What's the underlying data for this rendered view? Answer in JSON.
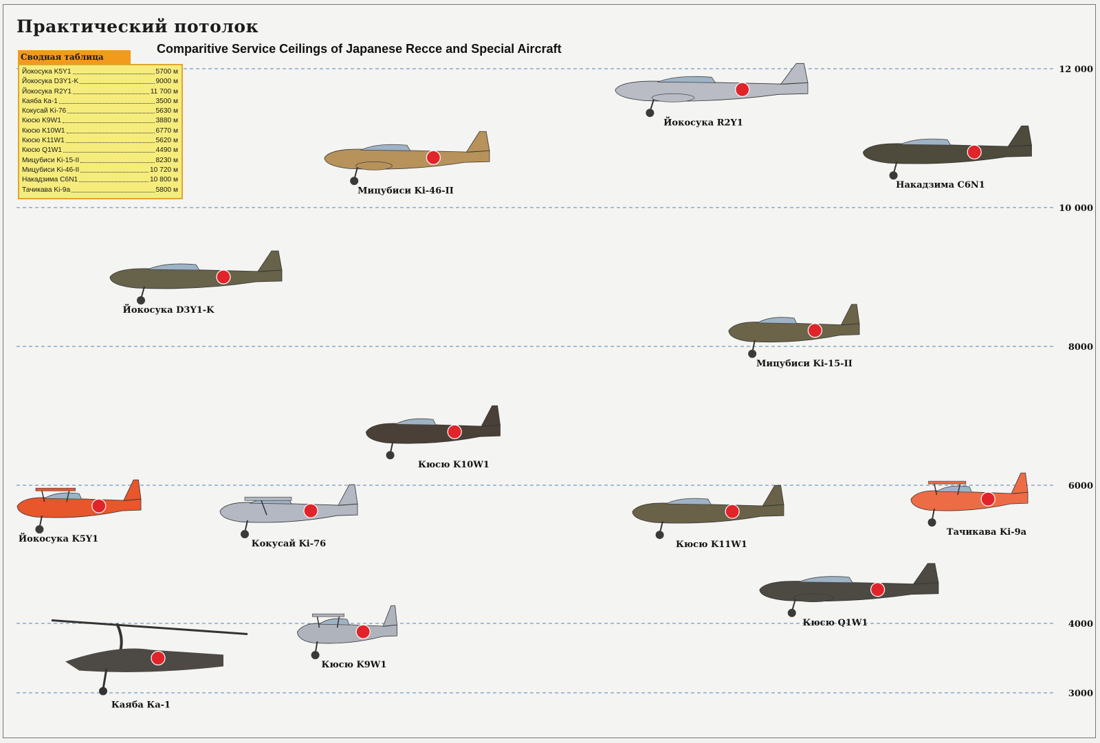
{
  "heading": "Практический потолок",
  "subtitle": "Comparitive Service Ceilings of Japanese Recce and Special Aircraft",
  "summary_table": {
    "title": "Сводная таблица",
    "rows": [
      {
        "name": "Йокосука K5Y1",
        "value": "5700 м"
      },
      {
        "name": "Йокосука D3Y1-K",
        "value": "9000 м"
      },
      {
        "name": "Йокосука R2Y1",
        "value": "11 700 м"
      },
      {
        "name": "Каяба Ка-1",
        "value": "3500 м"
      },
      {
        "name": "Кокусай Ki-76",
        "value": "5630 м"
      },
      {
        "name": "Кюсю K9W1",
        "value": "3880 м"
      },
      {
        "name": "Кюсю K10W1",
        "value": "6770 м"
      },
      {
        "name": "Кюсю K11W1",
        "value": "5620 м"
      },
      {
        "name": "Кюсю Q1W1",
        "value": "4490 м"
      },
      {
        "name": "Мицубиси Ki-15-II",
        "value": "8230 м"
      },
      {
        "name": "Мицубиси Ki-46-II",
        "value": "10 720 м"
      },
      {
        "name": "Накадзима C6N1",
        "value": "10 800 м"
      },
      {
        "name": "Тачикава Ki-9a",
        "value": "5800 м"
      }
    ]
  },
  "chart_data": {
    "type": "scatter",
    "title": "Comparitive Service Ceilings of Japanese Recce and Special Aircraft",
    "ylabel": "",
    "xlabel": "",
    "y_unit": "м",
    "y_ticks": [
      3000,
      4000,
      6000,
      8000,
      10000,
      12000
    ],
    "y_tick_labels": [
      "3000",
      "4000",
      "6000",
      "8000",
      "10 000",
      "12 000"
    ],
    "ylim": [
      3000,
      12000
    ],
    "grid": "dashed horizontal lines at ticks",
    "points": [
      {
        "label": "Йокосука R2Y1",
        "ceiling": 11700,
        "style": "twin",
        "color": "#b9bcc4"
      },
      {
        "label": "Мицубиси Ki-46-II",
        "ceiling": 10720,
        "style": "twin",
        "color": "#b7925a"
      },
      {
        "label": "Накадзима C6N1",
        "ceiling": 10800,
        "style": "mono",
        "color": "#4e4a3c"
      },
      {
        "label": "Йокосука D3Y1-K",
        "ceiling": 9000,
        "style": "mono",
        "color": "#67624a"
      },
      {
        "label": "Мицубиси Ki-15-II",
        "ceiling": 8230,
        "style": "mono",
        "color": "#6b6448"
      },
      {
        "label": "Кюсю K10W1",
        "ceiling": 6770,
        "style": "mono",
        "color": "#4a4037"
      },
      {
        "label": "Йокосука K5Y1",
        "ceiling": 5700,
        "style": "biplane",
        "color": "#e8562c"
      },
      {
        "label": "Кокусай Ki-76",
        "ceiling": 5630,
        "style": "highwing",
        "color": "#b3b8c2"
      },
      {
        "label": "Кюсю K11W1",
        "ceiling": 5620,
        "style": "mono",
        "color": "#6a6248"
      },
      {
        "label": "Тачикава Ki-9a",
        "ceiling": 5800,
        "style": "biplane",
        "color": "#ee6c45"
      },
      {
        "label": "Кюсю Q1W1",
        "ceiling": 4490,
        "style": "twin",
        "color": "#4c4a42"
      },
      {
        "label": "Каяба Ка-1",
        "ceiling": 3500,
        "style": "autogyro",
        "color": "#4d4a46"
      },
      {
        "label": "Кюсю K9W1",
        "ceiling": 3880,
        "style": "biplane",
        "color": "#aeb3bc"
      }
    ],
    "marker_color": "#e0242a"
  }
}
